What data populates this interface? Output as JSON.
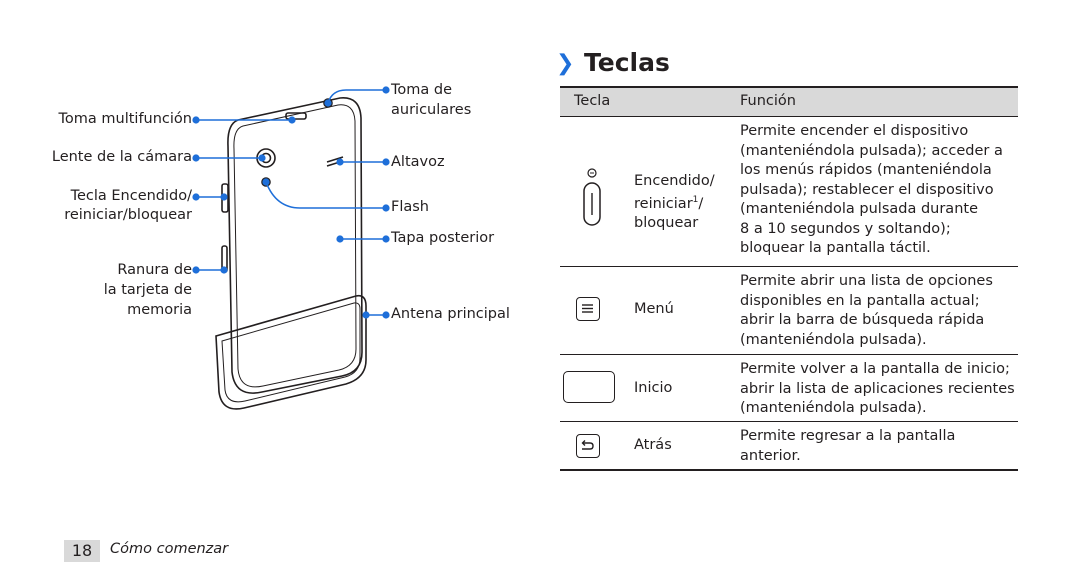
{
  "diagram": {
    "labels_left": {
      "toma_multifuncion": "Toma multifunción",
      "lente_camara": "Lente de la cámara",
      "tecla_encendido": "Tecla Encendido/",
      "tecla_encendido_2": "reiniciar/bloquear",
      "ranura_1": "Ranura de",
      "ranura_2": "la tarjeta de",
      "ranura_3": "memoria"
    },
    "labels_right": {
      "toma_auriculares_1": "Toma de",
      "toma_auriculares_2": "auriculares",
      "altavoz": "Altavoz",
      "flash": "Flash",
      "tapa_posterior": "Tapa posterior",
      "antena": "Antena principal"
    },
    "leader_color": "#1e6fd9"
  },
  "section": {
    "arrow": "❯",
    "title": "Teclas"
  },
  "table": {
    "headers": {
      "key": "Tecla",
      "function": "Función"
    },
    "rows": [
      {
        "icon": "power-key-icon",
        "name_lines": [
          "Encendido/",
          "reiniciar",
          "bloquear"
        ],
        "footnote": "1",
        "footnote_suffix": "/",
        "desc_lines": [
          "Permite encender el dispositivo",
          "(manteniéndola pulsada); acceder a",
          "los menús rápidos (manteniéndola",
          "pulsada); restablecer el dispositivo",
          "(manteniéndola pulsada durante",
          "8 a 10 segundos y soltando);",
          "bloquear la pantalla táctil."
        ]
      },
      {
        "icon": "menu-key-icon",
        "name_lines": [
          "Menú"
        ],
        "desc_lines": [
          "Permite abrir una lista de opciones",
          "disponibles en la pantalla actual;",
          "abrir la barra de búsqueda rápida",
          "(manteniéndola pulsada)."
        ]
      },
      {
        "icon": "home-key-icon",
        "name_lines": [
          "Inicio"
        ],
        "desc_lines": [
          "Permite volver a la pantalla de inicio;",
          "abrir la lista de aplicaciones recientes",
          "(manteniéndola pulsada)."
        ]
      },
      {
        "icon": "back-key-icon",
        "name_lines": [
          "Atrás"
        ],
        "desc_lines": [
          "Permite regresar a la pantalla",
          "anterior."
        ]
      }
    ]
  },
  "footer": {
    "page_number": "18",
    "chapter": "Cómo comenzar"
  }
}
